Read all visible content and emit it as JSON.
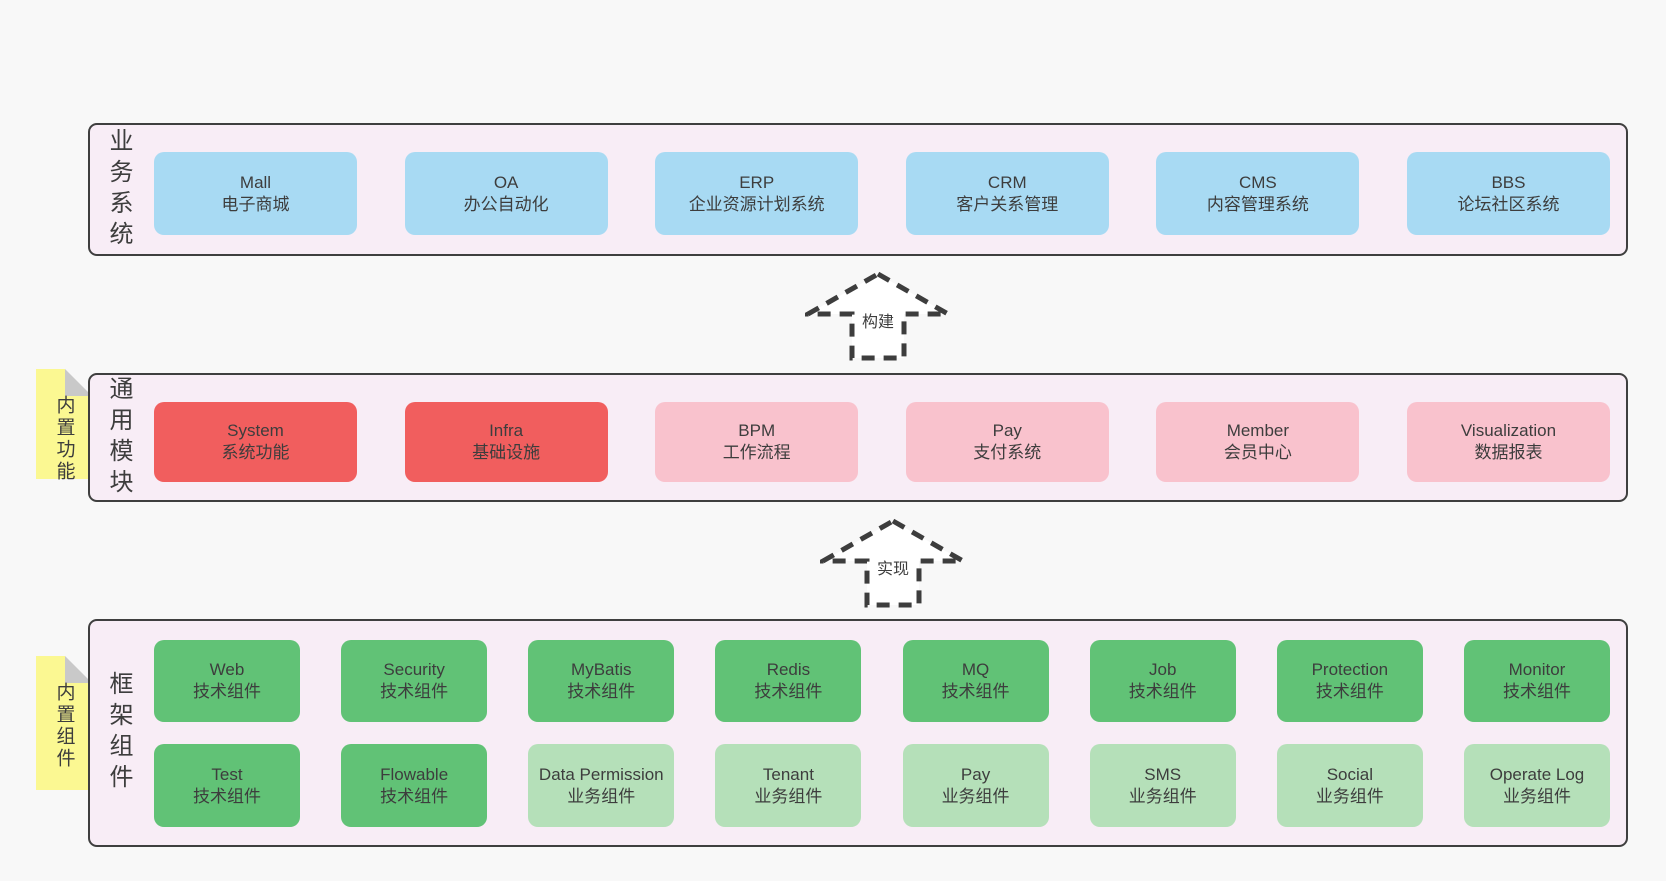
{
  "palette": {
    "page_bg": "#f8f8f8",
    "panel_bg": "#f8edf6",
    "panel_border": "#3f3f3f",
    "business_box": "#a8daf3",
    "core_module_box": "#f15e5e",
    "optional_module_box": "#f9c2cd",
    "tech_component_box": "#61c276",
    "biz_component_box": "#b5e0b9",
    "sticky_note": "#fbf892",
    "text": "#3d3d3d"
  },
  "stickies": {
    "features": "内置功能",
    "components": "内置组件"
  },
  "arrows": [
    {
      "label": "构建"
    },
    {
      "label": "实现"
    }
  ],
  "sections": {
    "business": {
      "label": "业务系统",
      "boxes": [
        {
          "en": "Mall",
          "zh": "电子商城"
        },
        {
          "en": "OA",
          "zh": "办公自动化"
        },
        {
          "en": "ERP",
          "zh": "企业资源计划系统"
        },
        {
          "en": "CRM",
          "zh": "客户关系管理"
        },
        {
          "en": "CMS",
          "zh": "内容管理系统"
        },
        {
          "en": "BBS",
          "zh": "论坛社区系统"
        }
      ]
    },
    "modules": {
      "label": "通用模块",
      "boxes": [
        {
          "en": "System",
          "zh": "系统功能"
        },
        {
          "en": "Infra",
          "zh": "基础设施"
        },
        {
          "en": "BPM",
          "zh": "工作流程"
        },
        {
          "en": "Pay",
          "zh": "支付系统"
        },
        {
          "en": "Member",
          "zh": "会员中心"
        },
        {
          "en": "Visualization",
          "zh": "数据报表"
        }
      ]
    },
    "framework": {
      "label": "框架组件",
      "rows": [
        [
          {
            "en": "Web",
            "zh": "技术组件"
          },
          {
            "en": "Security",
            "zh": "技术组件"
          },
          {
            "en": "MyBatis",
            "zh": "技术组件"
          },
          {
            "en": "Redis",
            "zh": "技术组件"
          },
          {
            "en": "MQ",
            "zh": "技术组件"
          },
          {
            "en": "Job",
            "zh": "技术组件"
          },
          {
            "en": "Protection",
            "zh": "技术组件"
          },
          {
            "en": "Monitor",
            "zh": "技术组件"
          }
        ],
        [
          {
            "en": "Test",
            "zh": "技术组件"
          },
          {
            "en": "Flowable",
            "zh": "技术组件"
          },
          {
            "en": "Data Permission",
            "zh": "业务组件"
          },
          {
            "en": "Tenant",
            "zh": "业务组件"
          },
          {
            "en": "Pay",
            "zh": "业务组件"
          },
          {
            "en": "SMS",
            "zh": "业务组件"
          },
          {
            "en": "Social",
            "zh": "业务组件"
          },
          {
            "en": "Operate Log",
            "zh": "业务组件"
          }
        ]
      ]
    }
  }
}
